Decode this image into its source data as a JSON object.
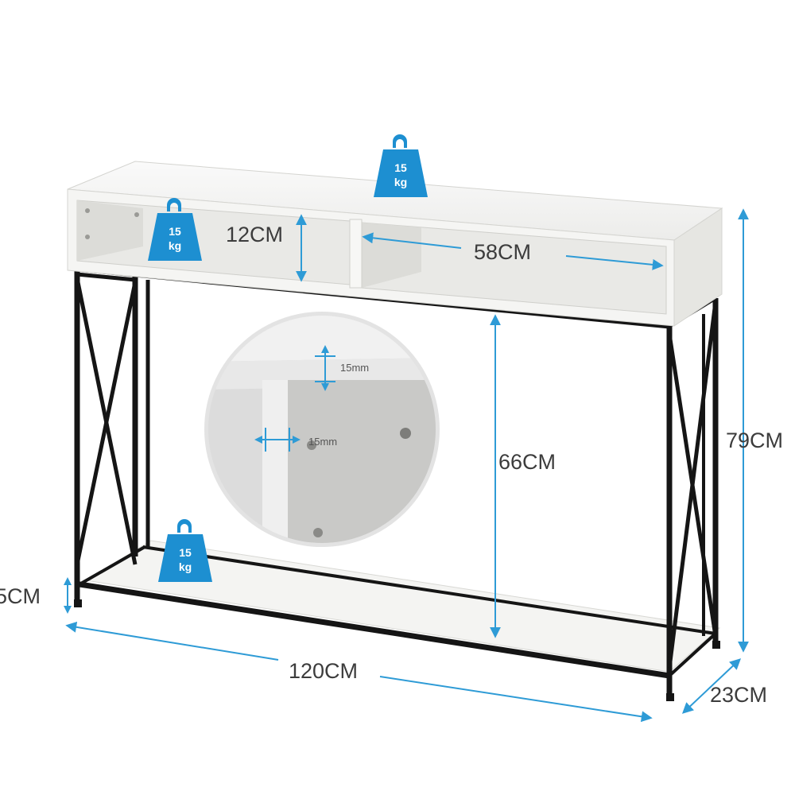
{
  "colors": {
    "dimension_line": "#2e9bd6",
    "weight_badge": "#1d8fd1",
    "frame": "#151515",
    "board": "#f2f2f0",
    "label_text": "#3c3c3c"
  },
  "dimensions": {
    "compartment_height": "12CM",
    "compartment_width": "58CM",
    "leg_clearance": "66CM",
    "total_height": "79CM",
    "foot_height": "5CM",
    "length": "120CM",
    "depth": "23CM"
  },
  "weight_badges": [
    {
      "value": "15",
      "unit": "kg"
    },
    {
      "value": "15",
      "unit": "kg"
    },
    {
      "value": "15",
      "unit": "kg"
    }
  ],
  "detail": {
    "board_thickness_top": "15mm",
    "board_thickness_side": "15mm"
  }
}
